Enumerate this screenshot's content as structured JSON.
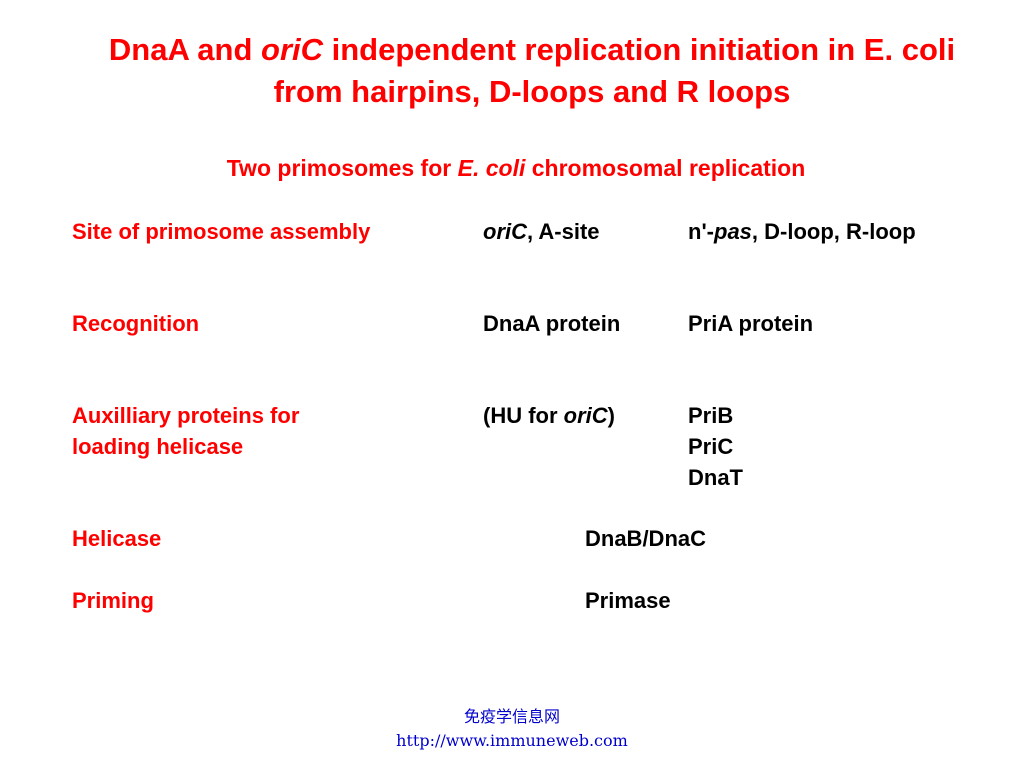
{
  "slide": {
    "title": {
      "line1_pre": "DnaA and ",
      "line1_italic": "oriC",
      "line1_post": " independent replication initiation in E. coli",
      "line2": "from hairpins, D-loops and R loops"
    },
    "subtitle": {
      "pre": "Two primosomes for ",
      "italic": "E. coli",
      "post": " chromosomal replication"
    },
    "rows": {
      "site": {
        "label": "Site of primosome assembly",
        "col1_italic": "oriC",
        "col1_rest": ", A-site",
        "col2_pre": "n'-",
        "col2_italic": "pas",
        "col2_rest": ", D-loop, R-loop"
      },
      "recognition": {
        "label": "Recognition",
        "col1": "DnaA protein",
        "col2": "PriA protein"
      },
      "auxiliary": {
        "label_line1": "Auxilliary proteins for",
        "label_line2": "loading helicase",
        "col1_pre": "(HU for ",
        "col1_italic": "oriC",
        "col1_post": ")",
        "col2_items": [
          "PriB",
          "PriC",
          "DnaT"
        ]
      },
      "helicase": {
        "label": "Helicase",
        "shared": "DnaB/DnaC"
      },
      "priming": {
        "label": "Priming",
        "shared": "Primase"
      }
    },
    "footer": {
      "chinese": "免疫学信息网",
      "url": "http://www.immuneweb.com"
    }
  },
  "colors": {
    "heading": "#ff0000",
    "body_text": "#000000",
    "footer_text": "#0000cc",
    "background": "#ffffff"
  }
}
